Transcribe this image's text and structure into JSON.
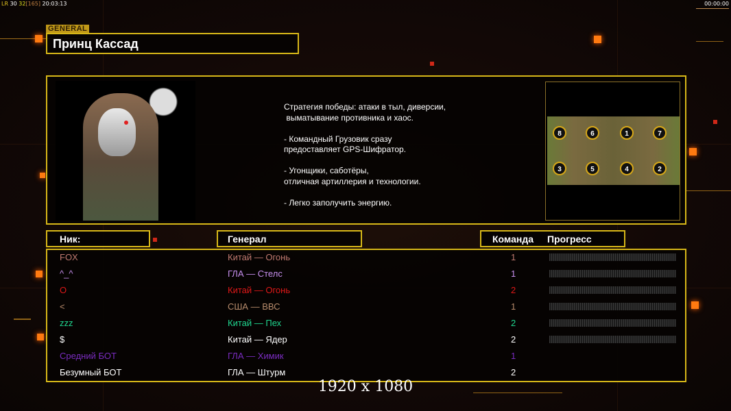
{
  "hud": {
    "fps_label": "LR",
    "fps_a": "30",
    "fps_b": "32",
    "fps_c": "[165]",
    "clock": "20:03:13",
    "timer": "00:00:00"
  },
  "general": {
    "tag": "GENERAL",
    "name": "Принц Кассад"
  },
  "description": {
    "lines": [
      "Стратегия победы: атаки в тыл, диверсии,",
      " выматывание противника и хаос.",
      "",
      "- Командный Грузовик сразу",
      "предоставляет GPS-Шифратор.",
      "",
      "- Угонщики, саботёры,",
      "отличная артиллерия и технологии.",
      "",
      "- Легко заполучить энергию."
    ]
  },
  "map": {
    "slots": [
      "8",
      "6",
      "1",
      "7",
      "3",
      "5",
      "4",
      "2"
    ]
  },
  "table": {
    "headers": {
      "nick": "Ник:",
      "general": "Генерал",
      "team": "Команда",
      "progress": "Прогресс"
    },
    "rows": [
      {
        "nick": "FOX",
        "general": "Китай — Огонь",
        "team": "1",
        "color": "#c07a70",
        "progress": 0,
        "has_bar": true
      },
      {
        "nick": "^_^",
        "general": "ГЛА — Стелс",
        "team": "1",
        "color": "#c890f0",
        "progress": 0,
        "has_bar": true
      },
      {
        "nick": "O",
        "general": "Китай — Огонь",
        "team": "2",
        "color": "#e01818",
        "progress": 0,
        "has_bar": true
      },
      {
        "nick": "<",
        "general": "США — ВВС",
        "team": "1",
        "color": "#b88c6c",
        "progress": 0,
        "has_bar": true
      },
      {
        "nick": "zzz",
        "general": "Китай — Пех",
        "team": "2",
        "color": "#20d890",
        "progress": 0,
        "has_bar": true
      },
      {
        "nick": "$",
        "general": "Китай — Ядер",
        "team": "2",
        "color": "#ffffff",
        "progress": 0,
        "has_bar": true
      },
      {
        "nick": "Средний БОТ",
        "general": "ГЛА — Химик",
        "team": "1",
        "color": "#7a2cc0",
        "progress": 0,
        "has_bar": false
      },
      {
        "nick": "Безумный БОТ",
        "general": "ГЛА — Штурм",
        "team": "2",
        "color": "#ffffff",
        "progress": 0,
        "has_bar": false
      }
    ]
  },
  "resolution": "1920 x 1080"
}
